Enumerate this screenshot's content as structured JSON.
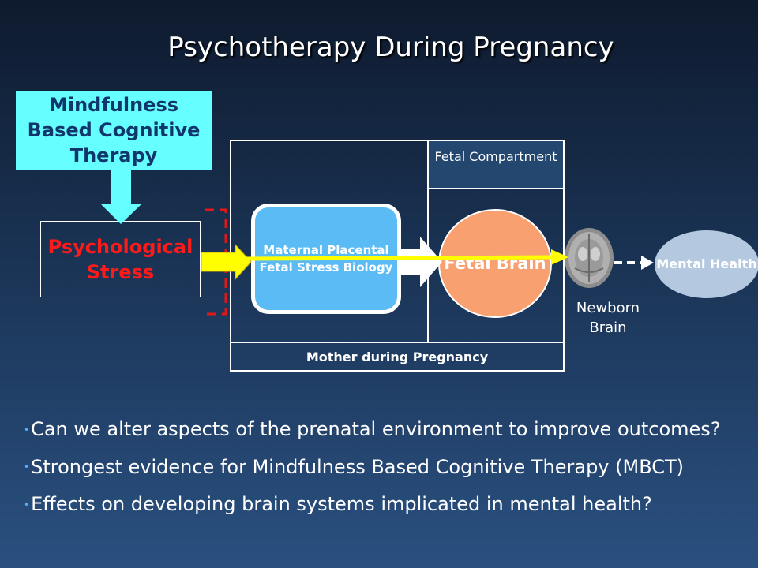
{
  "title": "Psychotherapy During Pregnancy",
  "diagram": {
    "mbct_label": "Mindfulness Based Cognitive Therapy",
    "psych_stress_label": "Psychological Stress",
    "maternal_stress_label": "Maternal Placental Fetal Stress Biology",
    "fetal_compartment_label": "Fetal Compartment",
    "fetal_brain_label": "Fetal Brain",
    "newborn_brain_label": "Newborn Brain",
    "mental_health_label": "Mental Health",
    "mother_label": "Mother during Pregnancy"
  },
  "bullets": [
    "Can we alter aspects of the prenatal environment to improve outcomes?",
    "Strongest evidence for Mindfulness Based Cognitive Therapy (MBCT)",
    "Effects on developing brain systems implicated in mental health?"
  ],
  "colors": {
    "mbct_fill": "#66ffff",
    "psych_text": "#ff1a1a",
    "arrow_yellow": "#ffff00",
    "stress_bio_fill": "#5bbcf5",
    "fetal_brain_fill": "#f8a070",
    "mental_health_fill": "#b4c8e0"
  },
  "icons": [
    "down-arrow-icon",
    "bracket-icon",
    "brain-scan-icon",
    "dashed-arrow-icon"
  ]
}
